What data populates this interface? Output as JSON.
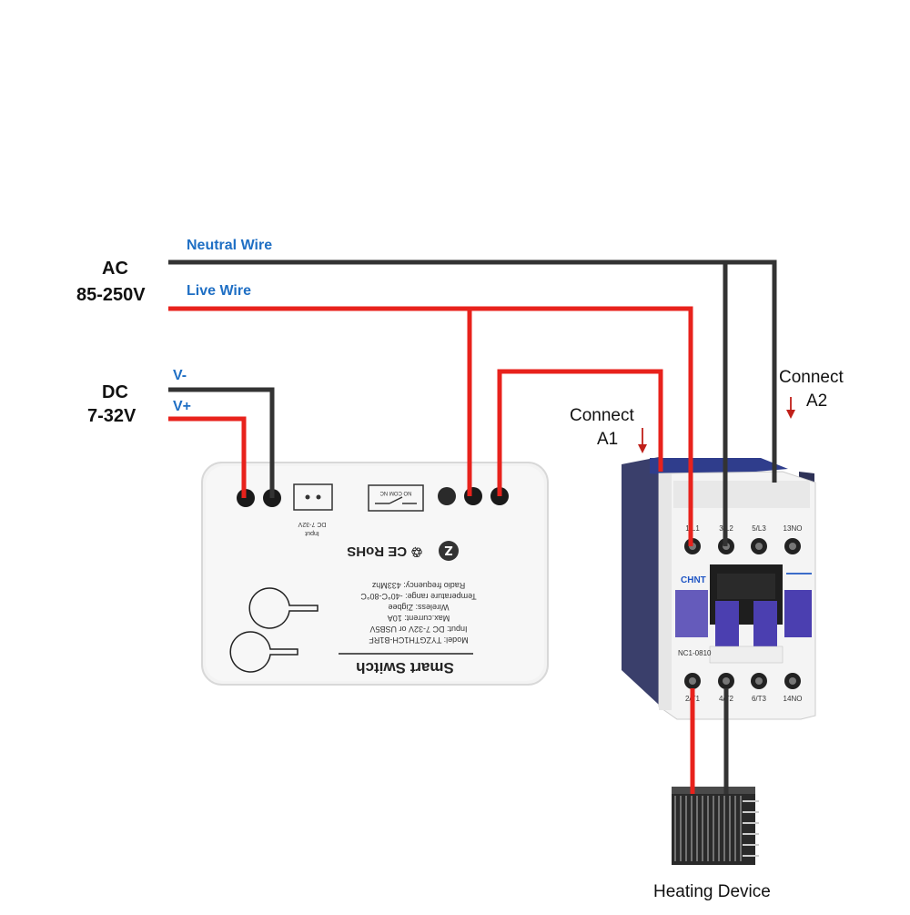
{
  "colors": {
    "neutral_wire": "#333333",
    "live_wire": "#e8221c",
    "wire_label": "#1f6fc4",
    "contactor_body": "#3a3f6b",
    "contactor_button": "#4b3fb0"
  },
  "labels": {
    "ac": "AC",
    "ac_range": "85-250V",
    "neutral_wire": "Neutral Wire",
    "live_wire": "Live Wire",
    "dc": "DC",
    "dc_range": "7-32V",
    "v_minus": "V-",
    "v_plus": "V+",
    "connect_a1_line1": "Connect",
    "connect_a1_line2": "A1",
    "connect_a2_line1": "Connect",
    "connect_a2_line2": "A2",
    "heating_device": "Heating Device"
  },
  "smart_switch": {
    "title": "Smart Switch",
    "spec_lines": [
      "Model: TYZGTH1CH-B1RF",
      "Input: DC 7-32V or USB5V",
      "Max.current: 10A",
      "Wireless: Zigbee",
      "Temperature range: -40°C-80°C",
      "Radio frequency: 433Mhz"
    ],
    "certifications": "♲ CE RoHS",
    "input_label_1": "Input",
    "input_label_2": "DC 7-32V",
    "relay_labels": "NO COM NC"
  },
  "contactor": {
    "brand": "CHNT",
    "model": "NC1-0810",
    "top_terminals": [
      "1/L1",
      "3/L2",
      "5/L3",
      "13NO"
    ],
    "bottom_terminals": [
      "2/T1",
      "4/T2",
      "6/T3",
      "14NO"
    ]
  }
}
